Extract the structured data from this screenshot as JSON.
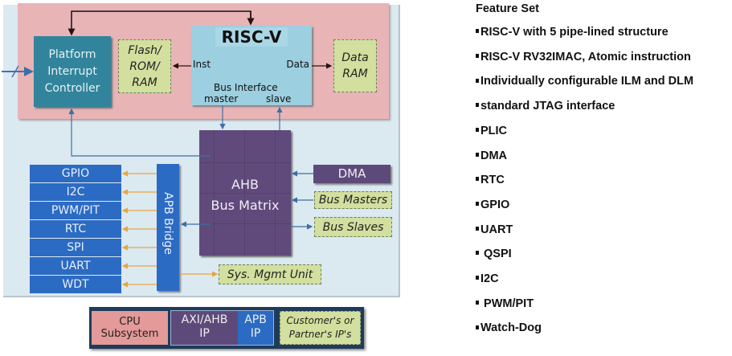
{
  "diagram": {
    "cpu_subsystem": {
      "plic_label": [
        "Platform",
        "Interrupt",
        "Controller"
      ],
      "flash_label": [
        "Flash/",
        "ROM/",
        "RAM"
      ],
      "riscv_title": "RISC-V",
      "inst_label": "Inst",
      "data_label": "Data",
      "bus_interface_label": "Bus Interface",
      "master_label": "master",
      "slave_label": "slave",
      "data_ram_label": [
        "Data",
        "RAM"
      ]
    },
    "ahb": {
      "label": [
        "AHB",
        "Bus Matrix"
      ]
    },
    "dma_label": "DMA",
    "bus_masters_label": "Bus Masters",
    "bus_slaves_label": "Bus Slaves",
    "sys_mgmt_label": "Sys. Mgmt Unit",
    "apb_bridge_label": "APB  Bridge",
    "peripherals": [
      "GPIO",
      "I2C",
      "PWM/PIT",
      "RTC",
      "SPI",
      "UART",
      "WDT"
    ],
    "colors": {
      "cpu_subsystem": "#e8b4b6",
      "axi_ahb_ip": "#604a7b",
      "apb_ip": "#2c6bc3",
      "customer_ip": "#d2df9e",
      "apb_arrow": "#e8a640",
      "bus_arrow": "#3e6fa5"
    }
  },
  "legend": {
    "cpu": [
      "CPU",
      "Subsystem"
    ],
    "axi": [
      "AXI/AHB",
      "IP"
    ],
    "apb": [
      "APB",
      "IP"
    ],
    "customer": [
      "Customer's or",
      "Partner's IP's"
    ]
  },
  "features": {
    "title": "Feature Set",
    "items": [
      "RISC-V with 5 pipe-lined structure",
      "RISC-V RV32IMAC, Atomic instruction",
      "Individually configurable ILM and DLM",
      "standard JTAG interface",
      "PLIC",
      "DMA",
      "RTC",
      "GPIO",
      "UART",
      " QSPI",
      "I2C",
      " PWM/PIT",
      "Watch-Dog"
    ]
  }
}
